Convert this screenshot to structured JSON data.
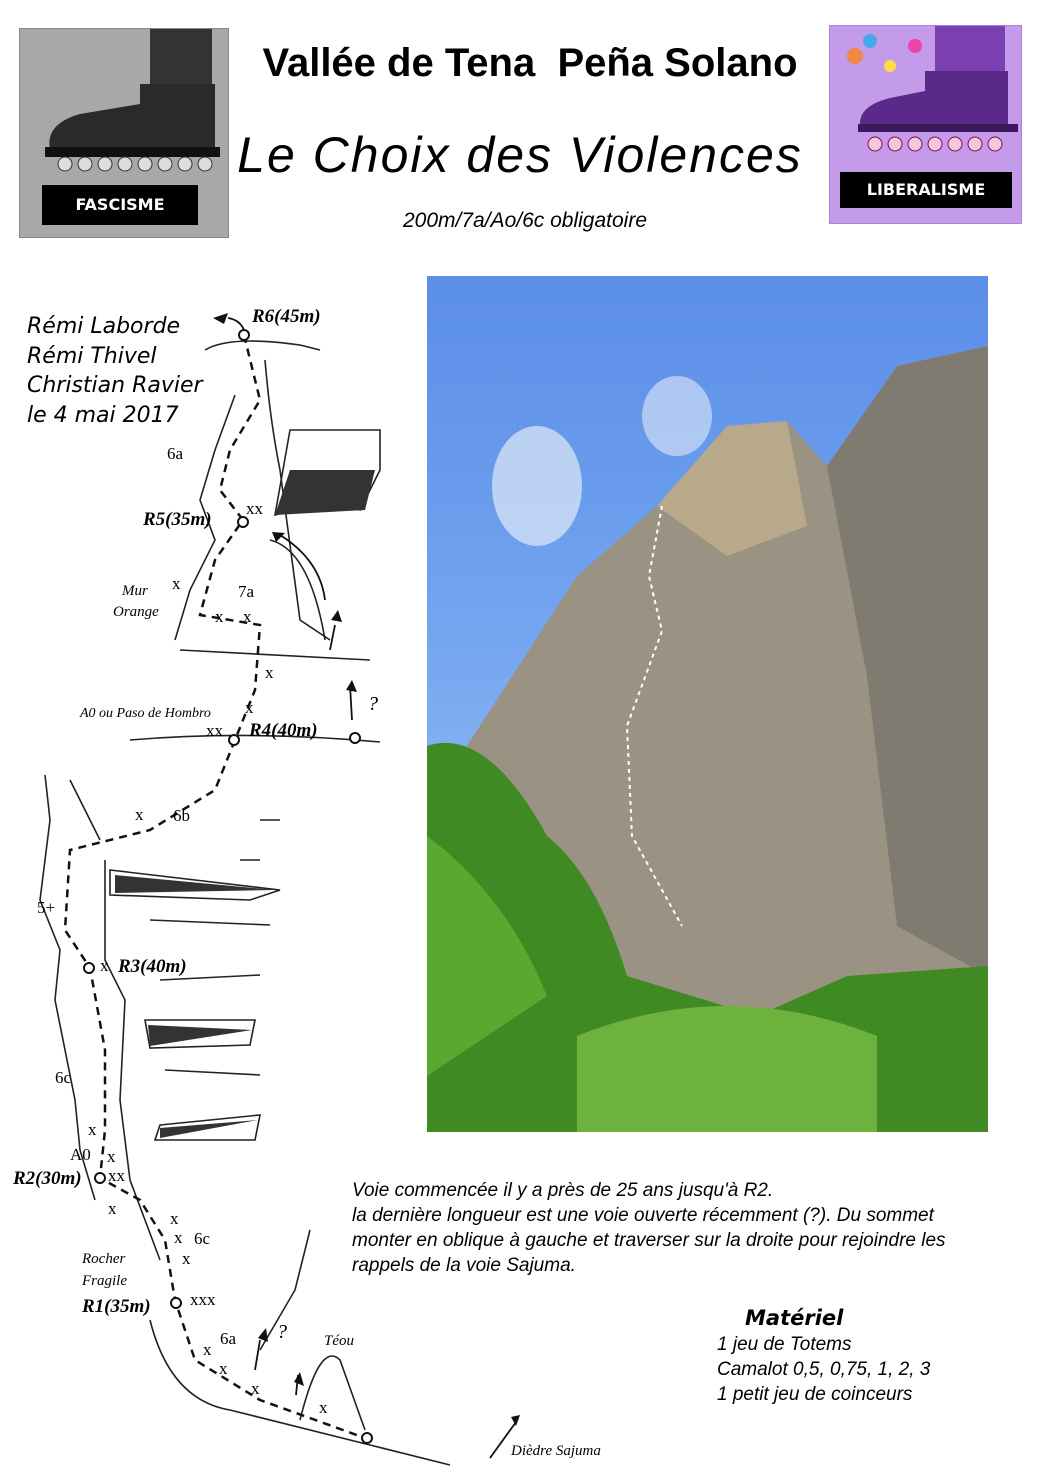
{
  "header": {
    "title": "Vallée de Tena  Peña Solano",
    "subtitle": "Le Choix des Violences",
    "grade": "200m/7a/Ao/6c obligatoire"
  },
  "left_poster": {
    "label": "FASCISME"
  },
  "right_poster": {
    "label": "LIBERALISME"
  },
  "authors": [
    "Rémi Laborde",
    "Rémi Thivel",
    "Christian Ravier",
    "le 4 mai 2017"
  ],
  "topo": {
    "labels": [
      "R6(45m)",
      "6a",
      "R5(35m)",
      "xx",
      "Mur",
      "Orange",
      "x",
      "7a",
      "x",
      "x",
      "x",
      "x",
      "A0 ou Paso de Hombro",
      "?",
      "xx",
      "R4(40m)",
      "x",
      "6b",
      "5+",
      "x",
      "R3(40m)",
      "6c",
      "x",
      "A0",
      "x",
      "R2(30m)",
      "xx",
      "x",
      "x",
      "x",
      "6c",
      "x",
      "Rocher",
      "Fragile",
      "R1(35m)",
      "xxx",
      "6a",
      "?",
      "Téou",
      "x",
      "x",
      "x",
      "x",
      "Dièdre Sajuma"
    ]
  },
  "description": [
    "Voie commencée il y a près de 25 ans jusqu'à R2.",
    "la dernière longueur est une voie ouverte récemment (?). Du sommet",
    "monter en oblique à gauche et traverser sur la droite pour rejoindre les",
    "rappels de la voie Sajuma."
  ],
  "materiel": {
    "title": "Matériel",
    "items": [
      "1 jeu de Totems",
      "Camalot 0,5, 0,75, 1, 2, 3",
      "1 petit jeu de coinceurs"
    ]
  }
}
